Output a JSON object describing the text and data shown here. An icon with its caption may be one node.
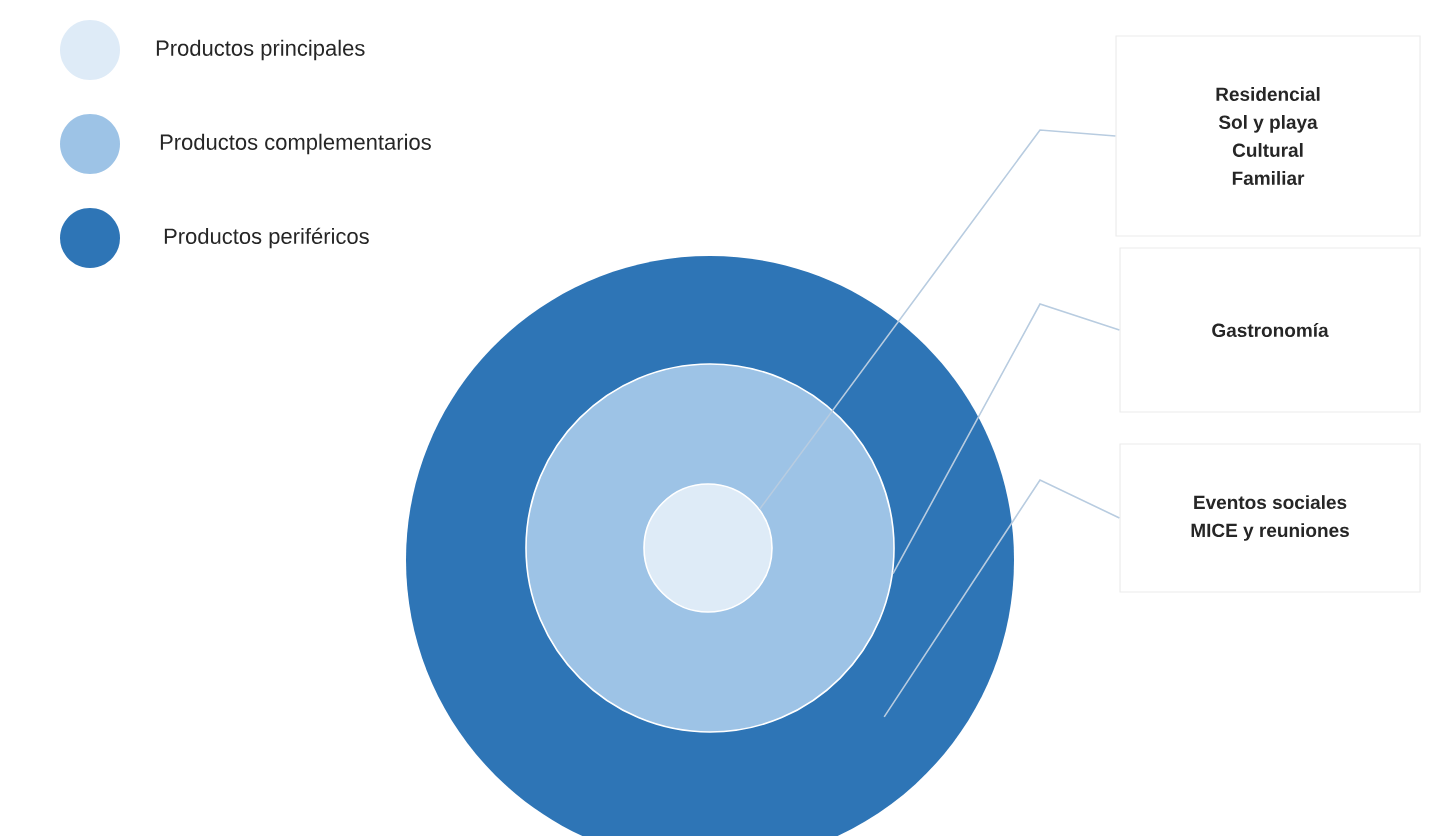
{
  "diagram": {
    "nodes": [
      {
        "text": [],
        "shape": "circle"
      },
      {
        "text": [],
        "shape": "circle",
        "in": 0
      },
      {
        "text": [],
        "shape": "circle",
        "in": 1
      },
      {
        "text": [
          "Residencial",
          "Sol y playa",
          "Cultural",
          "Familiar"
        ]
      },
      {
        "text": [
          "Gastronomía"
        ]
      },
      {
        "text": [
          "Eventos sociales",
          "MICE y reuniones"
        ]
      }
    ],
    "edges": [
      {
        "from": 3,
        "to": 2,
        "arrow": "none"
      },
      {
        "from": 4,
        "to": 1,
        "arrow": "none"
      },
      {
        "from": 5,
        "to": 0,
        "arrow": "none"
      }
    ],
    "legend": [
      {
        "text": "Productos principales",
        "color": "#deebf7"
      },
      {
        "text": "Productos complementarios",
        "color": "#9dc3e6"
      },
      {
        "text": "Productos periféricos",
        "color": "#2e75b6"
      }
    ]
  }
}
